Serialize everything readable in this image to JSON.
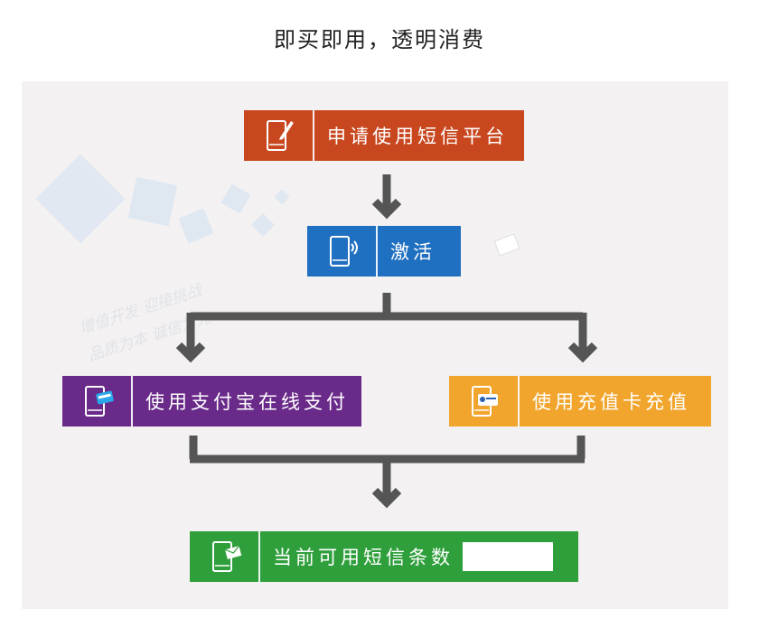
{
  "page": {
    "title": "即买即用，透明消费"
  },
  "decoration": {
    "texts": [
      "增值开发  迎接挑战",
      "品质为本  诚信为先"
    ]
  },
  "steps": {
    "apply": {
      "label": "申请使用短信平台",
      "color": "#c8471f",
      "icon": "phone-pen-icon"
    },
    "activate": {
      "label": "激活",
      "color": "#2070c1",
      "icon": "phone-signal-icon"
    },
    "alipay": {
      "label": "使用支付宝在线支付",
      "color": "#6a2a8a",
      "icon": "phone-alipay-icon"
    },
    "card": {
      "label": "使用充值卡充值",
      "color": "#f1a52d",
      "icon": "phone-card-icon"
    },
    "balance": {
      "label": "当前可用短信条数",
      "color": "#2f9f3c",
      "icon": "phone-message-icon",
      "count": ""
    }
  },
  "colors": {
    "arrow": "#555555"
  }
}
